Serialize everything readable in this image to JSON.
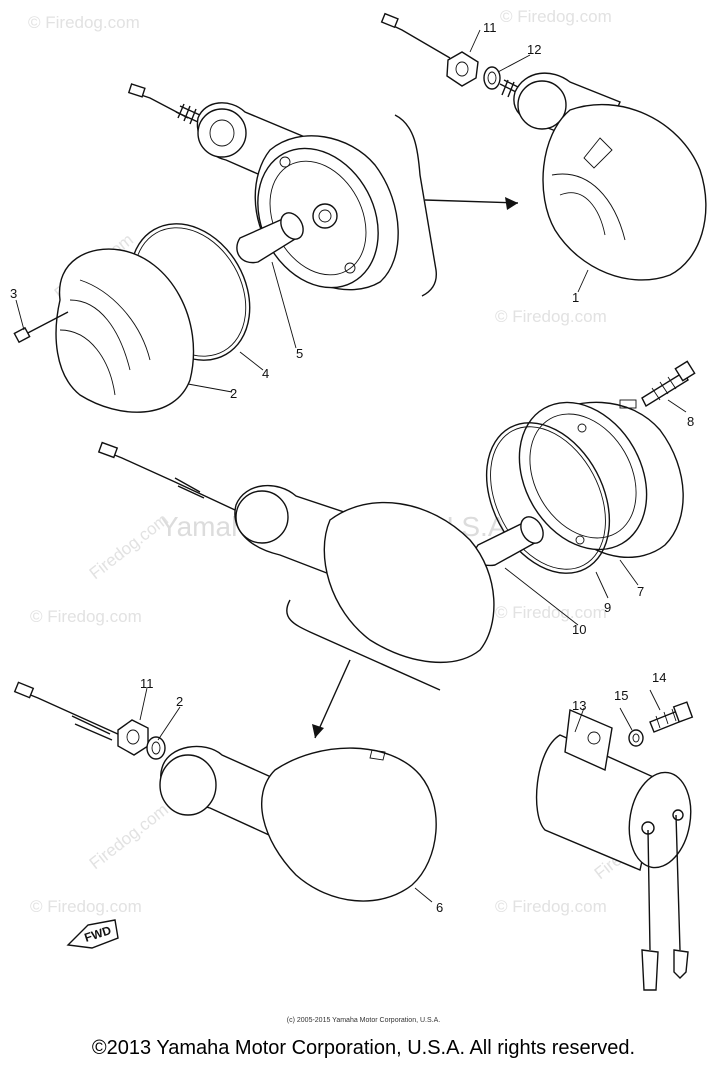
{
  "diagram": {
    "watermarks": {
      "center": "Yamaha Motor Corp., U.S.A.",
      "site": "© Firedog.com",
      "site_alt": "Firedog.com"
    },
    "part_numbers": {
      "p1": "1",
      "p2": "2",
      "p2b": "2",
      "p3": "3",
      "p4": "4",
      "p5": "5",
      "p6": "6",
      "p7": "7",
      "p8": "8",
      "p9": "9",
      "p10": "10",
      "p11": "11",
      "p11b": "11",
      "p12": "12",
      "p13": "13",
      "p14": "14",
      "p15": "15"
    },
    "fwd_label": "FWD"
  },
  "footer": {
    "small_copyright": "(c) 2005-2015 Yamaha Motor Corporation, U.S.A.",
    "main_copyright": "©2013 Yamaha Motor Corporation, U.S.A. All rights reserved."
  }
}
